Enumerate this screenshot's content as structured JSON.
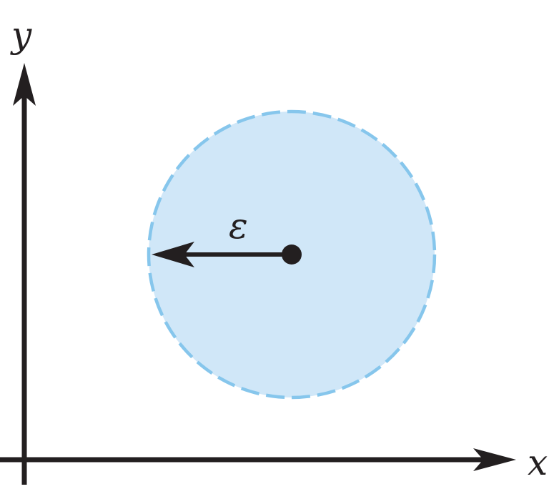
{
  "diagram": {
    "x_axis_label": "x",
    "y_axis_label": "y",
    "radius_label": "ε",
    "colors": {
      "axis": "#231f20",
      "disk_fill": "#d0e7f8",
      "disk_border": "#86c6ec",
      "radius_arrow": "#231f20",
      "center_point": "#231f20"
    }
  }
}
